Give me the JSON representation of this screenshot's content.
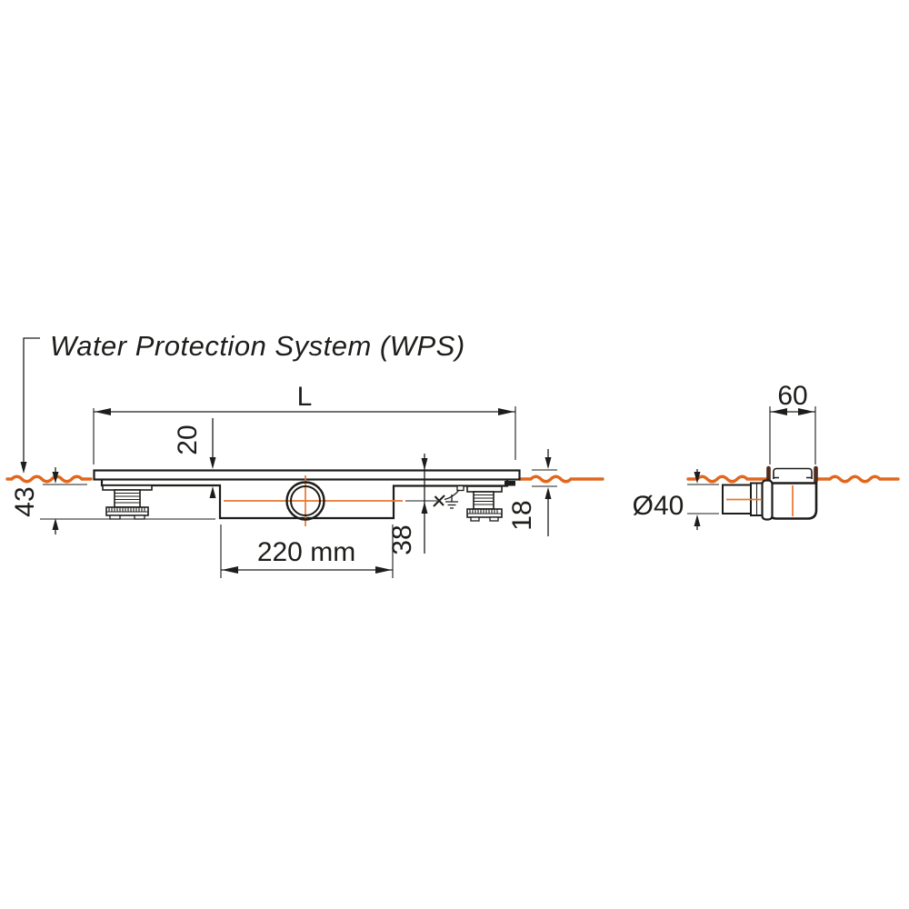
{
  "drawing": {
    "title": "Water Protection System (WPS)",
    "type_note": "technical-dimension-drawing",
    "views": {
      "side": {
        "name": "side view of linear shower drain with water protection system"
      },
      "end": {
        "name": "end view of drain body with outlet pipe"
      }
    },
    "dimensions": {
      "length": "L",
      "grate_inset": "20",
      "install_height": "43",
      "body_width": "220 mm",
      "outlet_depth": "38",
      "edge_height": "18",
      "end_width": "60",
      "pipe_diameter": "Ø40"
    },
    "colors": {
      "line": "#1d1d1b",
      "membrane_orange": "#e2671c",
      "centerline_orange": "#e8762e",
      "clamp_dark": "#4f2c1c",
      "background": "#ffffff"
    }
  }
}
